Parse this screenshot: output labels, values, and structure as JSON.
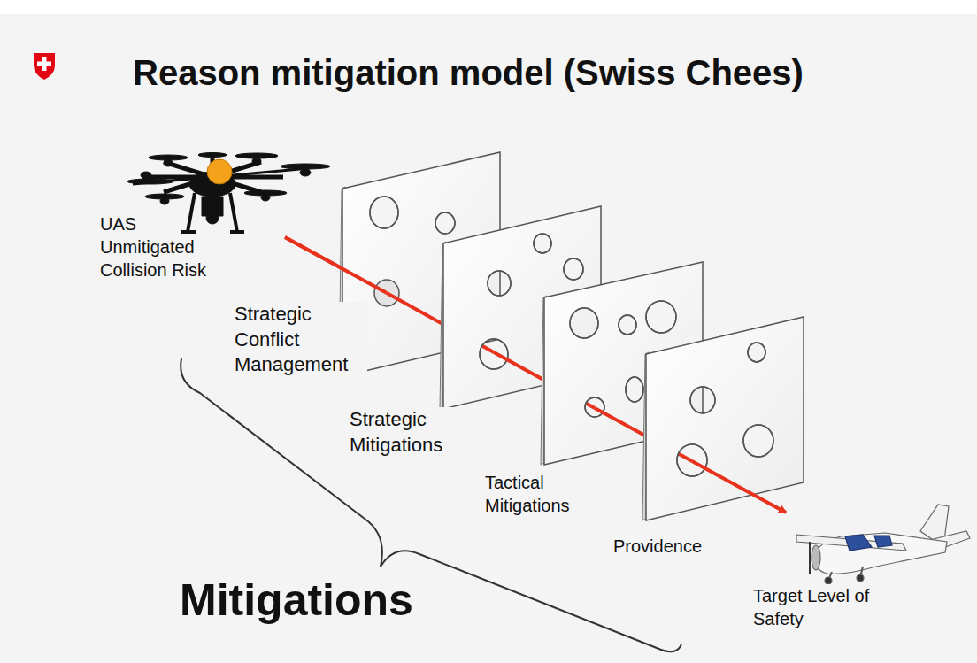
{
  "diagram": {
    "title": "Reason mitigation model (Swiss Chees)",
    "labels": [
      "UAS Unmitigated Collision Risk",
      "Strategic Conflict Management",
      "Strategic Mitigations",
      "Tactical Mitigations",
      "Providence",
      "Mitigations",
      "Target Level of Safety"
    ]
  }
}
